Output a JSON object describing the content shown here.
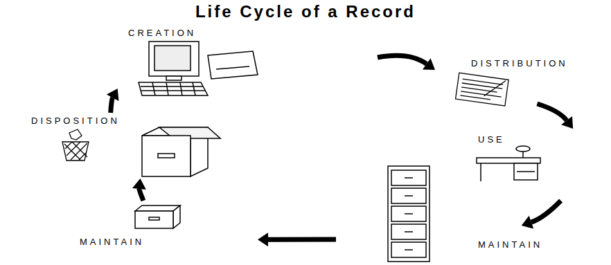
{
  "diagram": {
    "title": "Life Cycle of a Record",
    "nodes": [
      {
        "text": [
          "CREATION"
        ]
      },
      {
        "text": [
          "DISTRIBUTION"
        ]
      },
      {
        "text": [
          "USE"
        ]
      },
      {
        "text": [
          "MAINTAIN"
        ]
      },
      {
        "text": [
          "MAINTAIN"
        ]
      },
      {
        "text": [
          "DISPOSITION"
        ]
      }
    ],
    "edges": [
      {
        "from": 0,
        "to": 1,
        "arrow": "to"
      },
      {
        "from": 1,
        "to": 2,
        "arrow": "to"
      },
      {
        "from": 2,
        "to": 3,
        "arrow": "to"
      },
      {
        "from": 3,
        "to": 4,
        "arrow": "to"
      },
      {
        "from": 4,
        "to": 5,
        "arrow": "to"
      },
      {
        "from": 5,
        "to": 0,
        "arrow": "to"
      }
    ]
  }
}
